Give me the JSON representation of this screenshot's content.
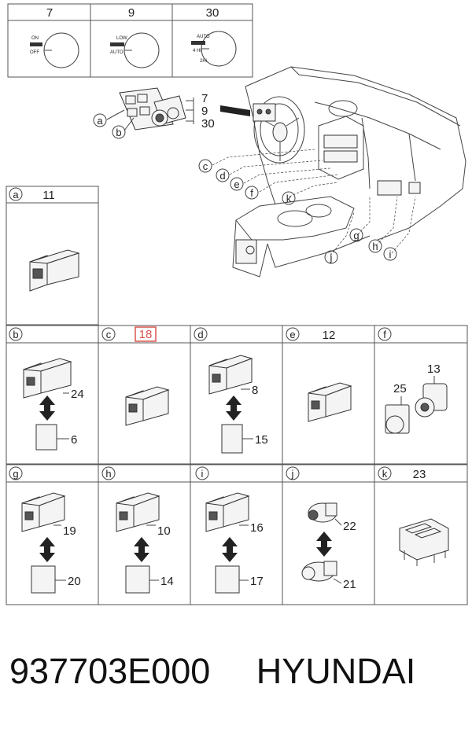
{
  "top_switches": [
    {
      "number": "7",
      "labels": [
        "ON",
        "OFF"
      ]
    },
    {
      "number": "9",
      "labels": [
        "LOW",
        "AUTO"
      ]
    },
    {
      "number": "30",
      "labels": [
        "AUTO",
        "4 Hi",
        "2Hi"
      ]
    }
  ],
  "main_callouts": {
    "a": "a",
    "b": "b",
    "c": "c",
    "d": "d",
    "e": "e",
    "f": "f",
    "g": "g",
    "h": "h",
    "i": "i",
    "j": "j",
    "k": "k",
    "n7": "7",
    "n9": "9",
    "n30": "30"
  },
  "cells": {
    "a": {
      "letter": "a",
      "parts": [
        "11"
      ]
    },
    "b": {
      "letter": "b",
      "parts": [
        "24",
        "6"
      ]
    },
    "c": {
      "letter": "c",
      "parts": [
        "18"
      ]
    },
    "d": {
      "letter": "d",
      "parts": [
        "8",
        "15"
      ]
    },
    "e": {
      "letter": "e",
      "parts": [
        "12"
      ]
    },
    "f": {
      "letter": "f",
      "parts": [
        "13",
        "25"
      ]
    },
    "g": {
      "letter": "g",
      "parts": [
        "19",
        "20"
      ]
    },
    "h": {
      "letter": "h",
      "parts": [
        "10",
        "14"
      ]
    },
    "i": {
      "letter": "i",
      "parts": [
        "16",
        "17"
      ]
    },
    "j": {
      "letter": "j",
      "parts": [
        "22",
        "21"
      ]
    },
    "k": {
      "letter": "k",
      "parts": [
        "23"
      ]
    }
  },
  "highlight_color": "#d9534f",
  "footer": {
    "part_number": "937703E000",
    "brand": "HYUNDAI"
  }
}
